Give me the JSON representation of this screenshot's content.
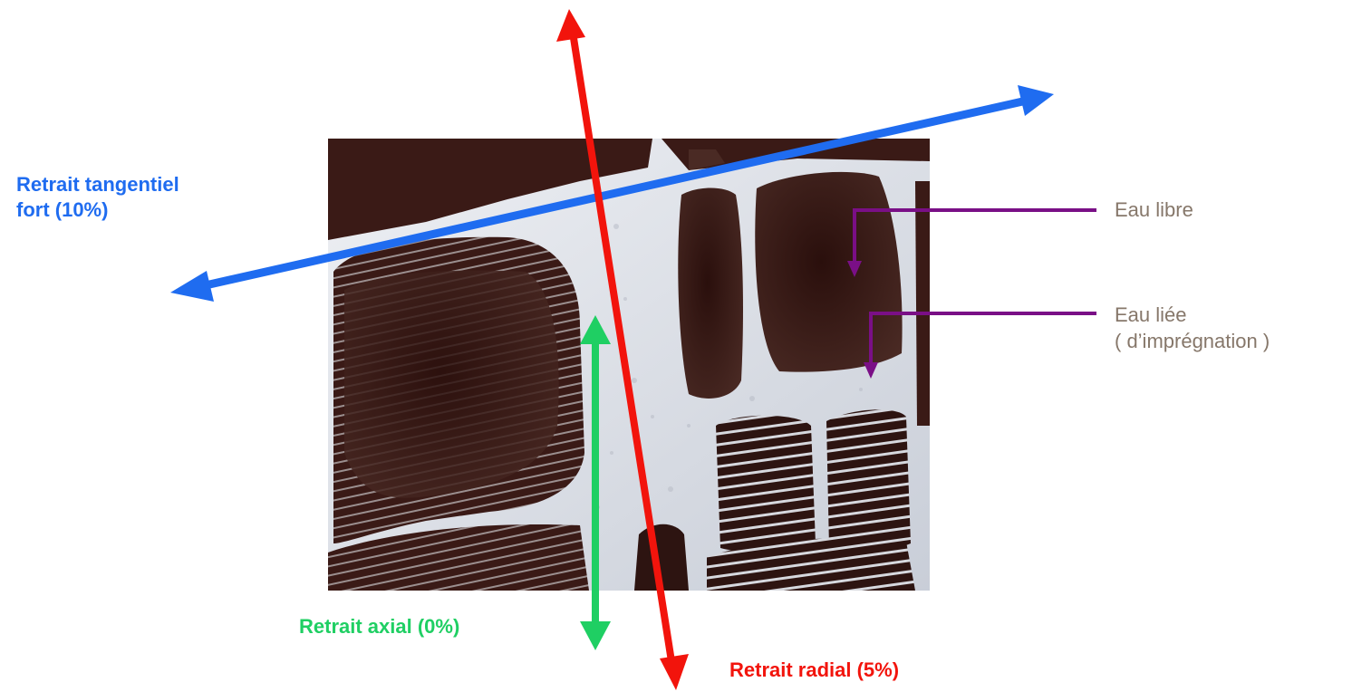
{
  "labels": {
    "tangential_line1": "Retrait tangentiel",
    "tangential_line2": "fort (10%)",
    "axial": "Retrait axial (0%)",
    "radial": "Retrait radial (5%)",
    "free_water": "Eau libre",
    "bound_water_line1": "Eau liée",
    "bound_water_line2": "( d’imprégnation )"
  },
  "colors": {
    "tangential": "#1f6cf0",
    "axial": "#1fcf63",
    "radial": "#f2140c",
    "water_pointer": "#7a0f86",
    "water_text": "#86776a",
    "cell_lumen": "#3a1a16",
    "cell_wall": "#dfe3ea"
  },
  "image": {
    "subject": "wood-cell-micrograph"
  }
}
